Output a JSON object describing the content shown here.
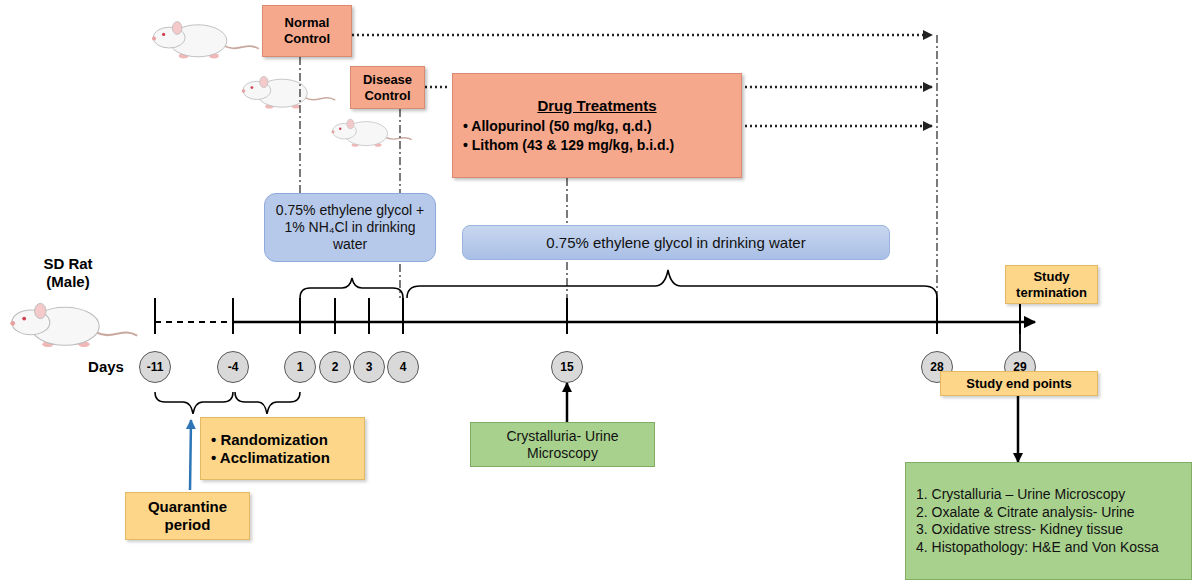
{
  "diagram": {
    "nodes": [
      {
        "text": [
          "Normal Control"
        ]
      },
      {
        "text": [
          "Disease Control"
        ]
      },
      {
        "text": [
          "Drug Treatments",
          "• Allopurinol (50 mg/kg, q.d.)",
          "• Lithom (43 & 129 mg/kg, b.i.d.)"
        ]
      },
      {
        "text": [
          "0.75% ethylene glycol + 1% NH₄Cl in drinking water"
        ]
      },
      {
        "text": [
          "0.75% ethylene glycol in drinking water"
        ]
      },
      {
        "text": [
          "Study termination"
        ]
      },
      {
        "text": [
          "-11"
        ]
      },
      {
        "text": [
          "-4"
        ]
      },
      {
        "text": [
          "1"
        ]
      },
      {
        "text": [
          "2"
        ]
      },
      {
        "text": [
          "3"
        ]
      },
      {
        "text": [
          "4"
        ]
      },
      {
        "text": [
          "15"
        ]
      },
      {
        "text": [
          "28"
        ]
      },
      {
        "text": [
          "29"
        ]
      },
      {
        "text": [
          "Study end points"
        ]
      },
      {
        "text": [
          "• Randomization",
          "• Acclimatization"
        ]
      },
      {
        "text": [
          "Crystalluria- Urine Microscopy"
        ]
      },
      {
        "text": [
          "Quarantine period"
        ]
      },
      {
        "text": [
          "1. Crystalluria – Urine Microscopy",
          "2. Oxalate & Citrate analysis- Urine",
          "3. Oxidative stress- Kidney tissue",
          "4. Histopathology: H&E and Von Kossa"
        ]
      }
    ],
    "edges": [
      {
        "from": 0,
        "to": 3,
        "arrow": "none"
      },
      {
        "from": 1,
        "to": 3,
        "arrow": "none"
      },
      {
        "from": 2,
        "to": 4,
        "arrow": "none"
      },
      {
        "from": 17,
        "to": 12,
        "arrow": "to"
      },
      {
        "from": 5,
        "to": 14,
        "arrow": "none"
      },
      {
        "from": 15,
        "to": 19,
        "arrow": "to"
      }
    ],
    "labels": [
      "SD Rat (Male)",
      "Days"
    ]
  }
}
